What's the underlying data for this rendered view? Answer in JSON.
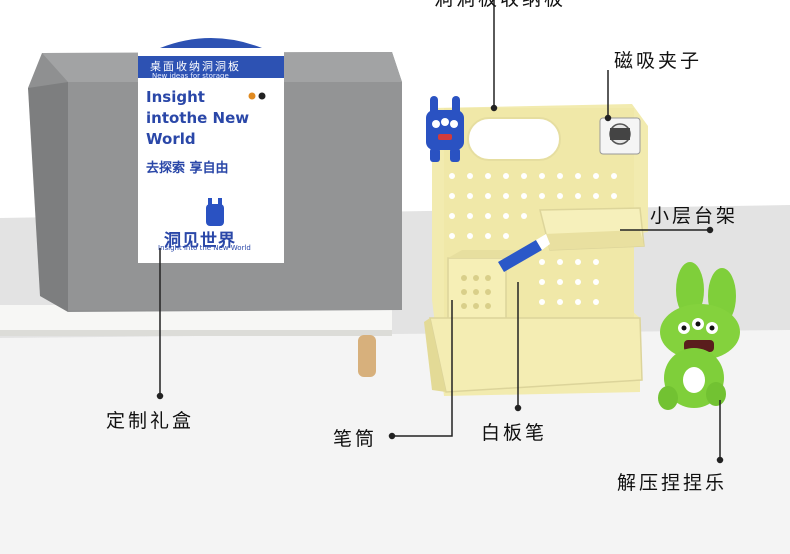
{
  "callouts": {
    "top_cut": "洞洞板收纳板",
    "magnetic_clip": "磁吸夹子",
    "small_shelf": "小层台架",
    "gift_box": "定制礼盒",
    "pen_holder": "笔筒",
    "whiteboard_pen": "白板笔",
    "squeeze_toy": "解压捏捏乐"
  },
  "gift_box": {
    "top_line": "桌面收纳洞洞板",
    "top_subline": "New ideas for storage",
    "headline_1": "Insight",
    "headline_2": "intothe New",
    "headline_3": "World",
    "slogan": "去探索  享自由",
    "brand": "洞见世界",
    "brand_sub": "Insight into the New World"
  },
  "colors": {
    "box": "#8f9091",
    "board": "#f2ebaf",
    "toy": "#7fcf3a",
    "figure": "#2a52c2",
    "wall": "#e6e6e6",
    "floor": "#ffffff"
  }
}
